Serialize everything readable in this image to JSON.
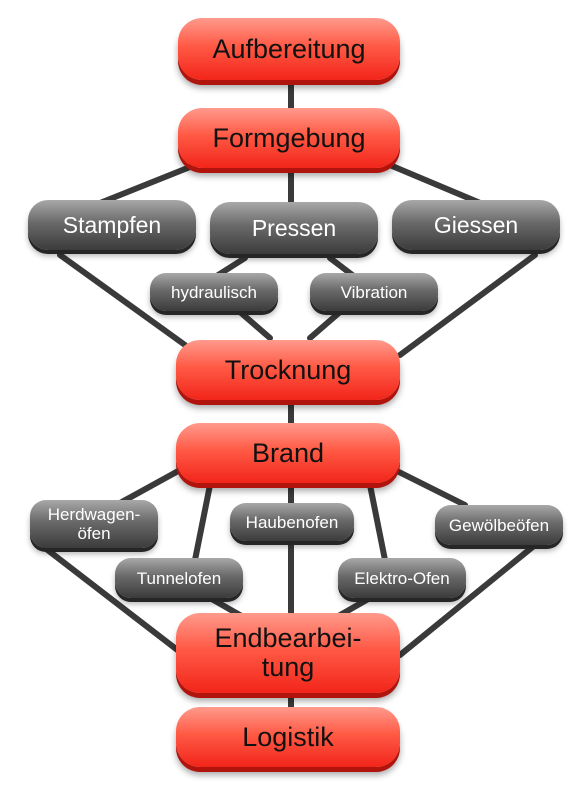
{
  "stages": {
    "aufbereitung": "Aufbereitung",
    "formgebung": "Formgebung",
    "trocknung": "Trocknung",
    "brand": "Brand",
    "endbearbeitung": "Endbearbei-\ntung",
    "logistik": "Logistik"
  },
  "forming_methods": {
    "stampfen": "Stampfen",
    "pressen": "Pressen",
    "giessen": "Giessen",
    "hydraulisch": "hydraulisch",
    "vibration": "Vibration"
  },
  "kiln_types": {
    "herdwagen": "Herdwagen-\nöfen",
    "tunnelofen": "Tunnelofen",
    "haubenofen": "Haubenofen",
    "elektro": "Elektro-Ofen",
    "gewoelbe": "Gewölbeöfen"
  },
  "colors": {
    "stage": "#f2251a",
    "method": "#4a4a4a",
    "connector": "#3a3a3a"
  }
}
